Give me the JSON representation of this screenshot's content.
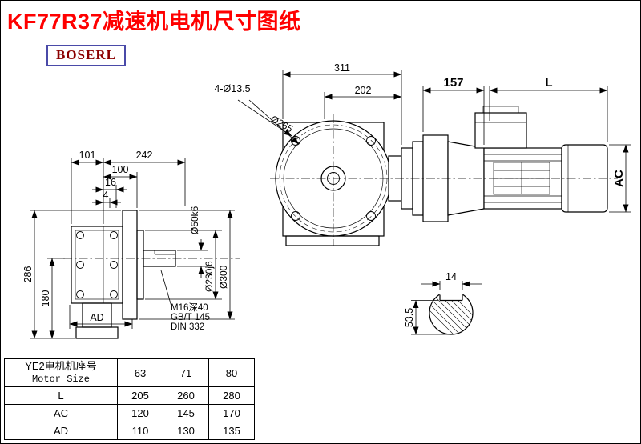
{
  "page": {
    "title": "KF77R37减速机电机尺寸图纸",
    "logo": "BOSERL"
  },
  "side_view": {
    "dim_101": "101",
    "dim_242": "242",
    "dim_100": "100",
    "dim_16": "16",
    "dim_4": "4",
    "dim_286": "286",
    "dim_180": "180",
    "dim_ad": "AD",
    "dia_shaft": "Ø50k6",
    "dia_spigot": "Ø230j6",
    "dia_flange": "Ø300",
    "tap_note_1": "M16深40",
    "tap_note_2": "GB/T 145",
    "tap_note_3": "DIN 332"
  },
  "front_view": {
    "dim_311": "311",
    "dim_202": "202",
    "bolt_holes": "4-Ø13.5",
    "dia_flange": "Ø265",
    "dim_157": "157",
    "dim_l": "L",
    "dim_ac": "AC"
  },
  "shaft_section": {
    "key_width": "14",
    "key_depth": "53.5"
  },
  "size_table": {
    "header_cn": "YE2电机机座号",
    "header_en": "Motor Size",
    "frame_sizes": [
      "63",
      "71",
      "80"
    ],
    "rows": [
      {
        "label": "L",
        "values": [
          "205",
          "260",
          "280"
        ]
      },
      {
        "label": "AC",
        "values": [
          "120",
          "145",
          "170"
        ]
      },
      {
        "label": "AD",
        "values": [
          "110",
          "130",
          "135"
        ]
      }
    ]
  }
}
